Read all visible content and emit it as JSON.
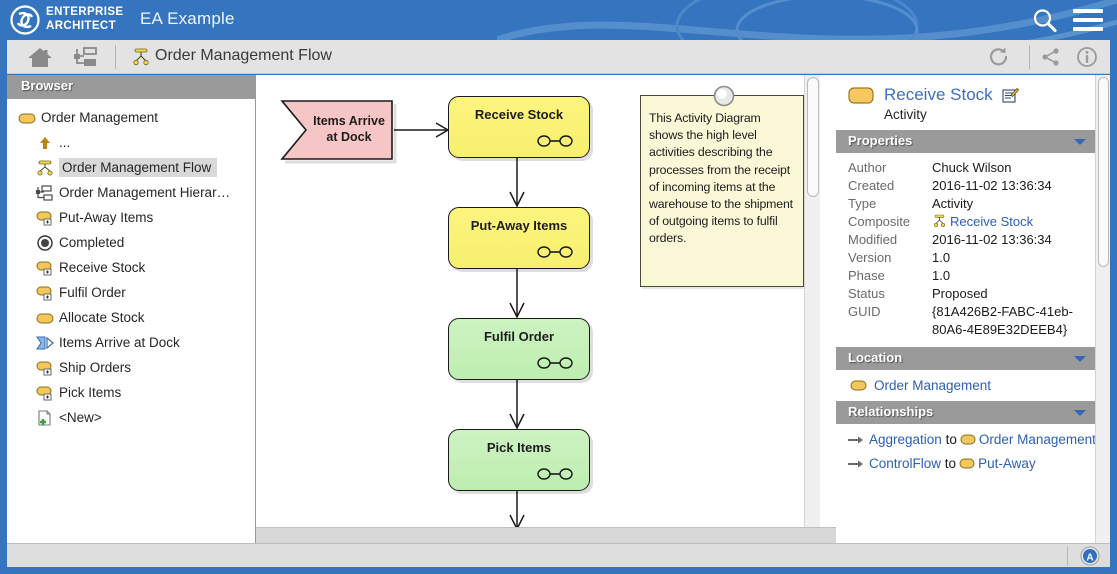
{
  "header": {
    "logo_line1": "ENTERPRISE",
    "logo_line2": "ARCHITECT",
    "app_title": "EA Example",
    "search_icon": "search-icon",
    "menu_icon": "hamburger-menu-icon",
    "brand_color": "#3575bf"
  },
  "toolbar": {
    "home_icon": "home-icon",
    "tree_icon": "project-browser-icon",
    "diagram_icon": "activity-diagram-icon",
    "title": "Order Management Flow",
    "refresh_icon": "refresh-icon",
    "share_icon": "share-icon",
    "info_icon": "info-icon"
  },
  "browser": {
    "title": "Browser",
    "items": [
      {
        "label": "Order Management",
        "icon": "package-icon",
        "indent": false,
        "selected": false
      },
      {
        "label": "...",
        "icon": "up-arrow-icon",
        "indent": true,
        "selected": false
      },
      {
        "label": "Order Management Flow",
        "icon": "activity-diagram-icon",
        "indent": true,
        "selected": true
      },
      {
        "label": "Order Management Hierar…",
        "icon": "hierarchy-diagram-icon",
        "indent": true,
        "selected": false
      },
      {
        "label": "Put-Away Items",
        "icon": "activity-composite-icon",
        "indent": true,
        "selected": false
      },
      {
        "label": "Completed",
        "icon": "final-node-icon",
        "indent": true,
        "selected": false
      },
      {
        "label": "Receive Stock",
        "icon": "activity-composite-icon",
        "indent": true,
        "selected": false
      },
      {
        "label": "Fulfil Order",
        "icon": "activity-composite-icon",
        "indent": true,
        "selected": false
      },
      {
        "label": "Allocate Stock",
        "icon": "activity-icon",
        "indent": true,
        "selected": false
      },
      {
        "label": "Items Arrive at Dock",
        "icon": "event-icon",
        "indent": true,
        "selected": false
      },
      {
        "label": "Ship Orders",
        "icon": "activity-composite-icon",
        "indent": true,
        "selected": false
      },
      {
        "label": "Pick Items",
        "icon": "activity-composite-icon",
        "indent": true,
        "selected": false
      },
      {
        "label": "<New>",
        "icon": "new-document-icon",
        "indent": true,
        "selected": false
      }
    ]
  },
  "diagram": {
    "event": {
      "label_line1": "Items Arrive",
      "label_line2": "at Dock",
      "fill": "#f6c6c6"
    },
    "nodes": [
      {
        "label": "Receive Stock",
        "fill": "#fdf47e",
        "color_name": "yellow"
      },
      {
        "label": "Put-Away Items",
        "fill": "#fdf47e",
        "color_name": "yellow"
      },
      {
        "label": "Fulfil Order",
        "fill": "#cdf3c1",
        "color_name": "green"
      },
      {
        "label": "Pick Items",
        "fill": "#cdf3c1",
        "color_name": "green"
      }
    ],
    "note": {
      "text": "This Activity Diagram shows the high level activities describing the processes from the receipt of incoming items at the warehouse to the shipment of outgoing items to fulfil orders.",
      "fill": "#fbf8d8"
    }
  },
  "properties_panel": {
    "element_name": "Receive Stock",
    "element_type": "Activity",
    "element_icon": "activity-icon",
    "note_icon": "note-edit-icon",
    "sections": {
      "properties_title": "Properties",
      "location_title": "Location",
      "relationships_title": "Relationships"
    },
    "properties": [
      {
        "key": "Author",
        "value": "Chuck Wilson",
        "link": false
      },
      {
        "key": "Created",
        "value": "2016-11-02 13:36:34",
        "link": false
      },
      {
        "key": "Type",
        "value": "Activity",
        "link": false
      },
      {
        "key": "Composite",
        "value": "Receive Stock",
        "link": true,
        "icon": "activity-diagram-icon"
      },
      {
        "key": "Modified",
        "value": "2016-11-02 13:36:34",
        "link": false
      },
      {
        "key": "Version",
        "value": "1.0",
        "link": false
      },
      {
        "key": "Phase",
        "value": "1.0",
        "link": false
      },
      {
        "key": "Status",
        "value": "Proposed",
        "link": false
      },
      {
        "key": "GUID",
        "value": "{81A426B2-FABC-41eb-80A6-4E89E32DEEB4}",
        "link": false
      }
    ],
    "location": {
      "label": "Order Management",
      "icon": "package-icon"
    },
    "relationships": [
      {
        "type": "Aggregation",
        "connector": "to",
        "target": "Order Management",
        "icon": "package-icon"
      },
      {
        "type": "ControlFlow",
        "connector": "to",
        "target": "Put-Away",
        "icon": "package-icon"
      }
    ]
  },
  "statusbar": {
    "badge_icon": "accessibility-badge-icon",
    "badge_letter": "A"
  }
}
